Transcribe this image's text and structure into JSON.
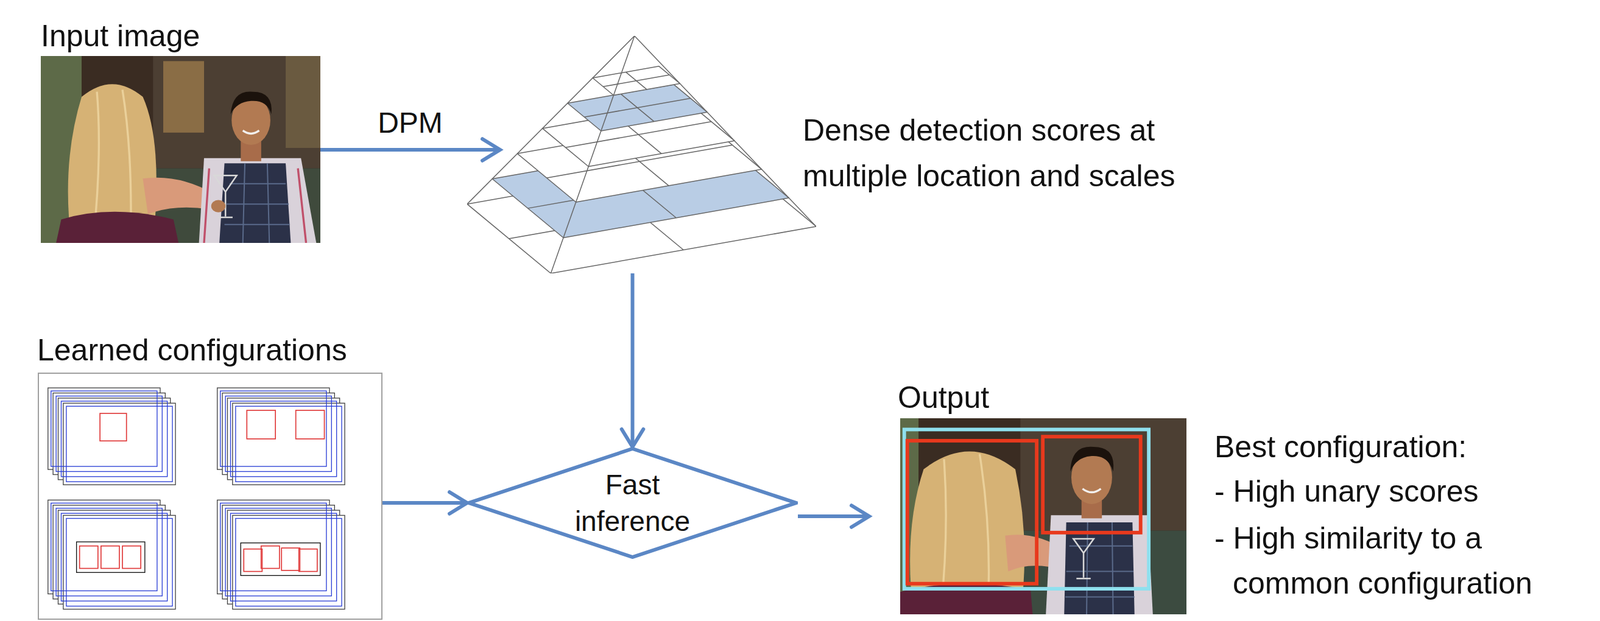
{
  "diagram": {
    "nodes": [
      {
        "text": [
          "Input image"
        ]
      },
      {
        "text": [
          "Dense detection scores at multiple location and scales"
        ]
      },
      {
        "text": [
          "Learned configurations"
        ]
      },
      {
        "text": [
          "Fast inference"
        ]
      },
      {
        "text": [
          "Output",
          "Best configuration:",
          "- High unary scores",
          "- High similarity to a common configuration"
        ]
      }
    ],
    "edges": [
      {
        "from": 0,
        "to": 1,
        "label": "DPM",
        "arrow": "to"
      },
      {
        "from": 1,
        "to": 3,
        "arrow": "to"
      },
      {
        "from": 2,
        "to": 3,
        "arrow": "to"
      },
      {
        "from": 3,
        "to": 4,
        "arrow": "to"
      }
    ]
  }
}
